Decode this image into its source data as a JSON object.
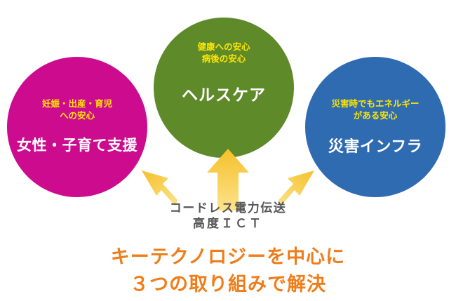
{
  "circles": {
    "women": {
      "sub_line1": "妊娠・出産・育児",
      "sub_line2": "への安心",
      "main": "女性・子育て支援",
      "color": "#cc0b8f"
    },
    "health": {
      "sub_line1": "健康への安心",
      "sub_line2": "病後の安心",
      "main": "ヘルスケア",
      "color": "#5e8a2a"
    },
    "disaster": {
      "sub_line1": "災害時でもエネルギー",
      "sub_line2": "がある安心",
      "main": "災害インフラ",
      "color": "#2f6bb0"
    }
  },
  "technologies": {
    "line1": "コードレス電力伝送",
    "line2": "高度ＩＣＴ"
  },
  "headline": {
    "line1": "キーテクノロジーを中心に",
    "line2": "３つの取り組みで解決"
  },
  "colors": {
    "arrow": "#f5c02a",
    "headline": "#ef7d1a",
    "sub_text": "#ffe600"
  }
}
